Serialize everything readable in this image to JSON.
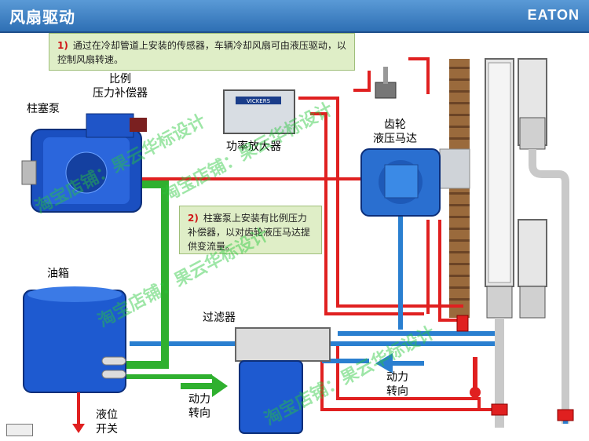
{
  "header": {
    "title": "风扇驱动",
    "logo": "EATON"
  },
  "notes": [
    {
      "num": "1)",
      "text": "通过在冷却管道上安装的传感器，车辆冷却风扇可由液压驱动，以控制风扇转速。"
    },
    {
      "num": "2)",
      "text": "柱塞泵上安装有比例压力补偿器，以对齿轮液压马达提供变流量。"
    }
  ],
  "labels": {
    "proportional_compensator": "比例\n压力补偿器",
    "piston_pump": "柱塞泵",
    "power_amplifier": "功率放大器",
    "gear_motor": "齿轮\n液压马达",
    "tank": "油箱",
    "filter": "过滤器",
    "power_steering_1": "动力\n转向",
    "power_steering_2": "动力\n转向",
    "level_switch": "液位\n开关"
  },
  "device_text": {
    "amplifier_brand": "VICKERS"
  },
  "watermarks": [
    "淘宝店铺：果云华标设计",
    "淘宝店铺：果云华标设计",
    "淘宝店铺：果云华标设计",
    "淘宝店铺：果云华标设计"
  ],
  "colors": {
    "titlebar": "#2e6fb4",
    "note_bg": "#dfeec7",
    "pressure_line": "#e02020",
    "return_line": "#2a7fd0",
    "suction_line": "#2fb02f",
    "pump": "#1a4fc0",
    "fan": "#8a5a32"
  }
}
